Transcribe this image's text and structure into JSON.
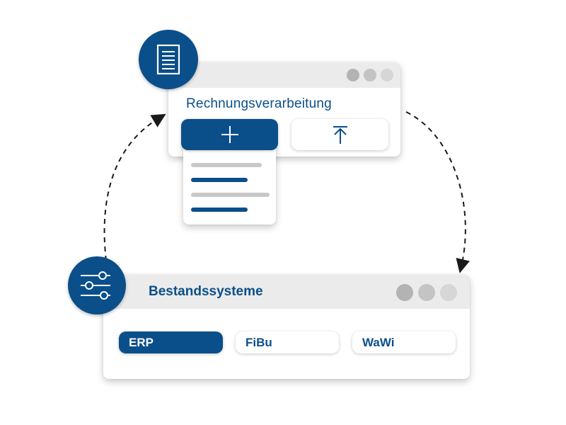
{
  "top_window": {
    "title": "Rechnungsverarbeitung",
    "add_button_icon": "plus-icon",
    "upload_button_icon": "upload-arrow-icon",
    "header_icon": "document-icon"
  },
  "bottom_window": {
    "title": "Bestandssysteme",
    "header_icon": "sliders-icon",
    "tabs": [
      {
        "label": "ERP",
        "active": true
      },
      {
        "label": "FiBu",
        "active": false
      },
      {
        "label": "WaWi",
        "active": false
      }
    ]
  },
  "colors": {
    "primary": "#0a4f8a",
    "titlebar": "#ebebeb",
    "placeholder_gray": "#c8c8c8",
    "dot_dark": "#b3b3b3",
    "dot_mid": "#c4c4c4",
    "dot_light": "#d6d6d6"
  }
}
